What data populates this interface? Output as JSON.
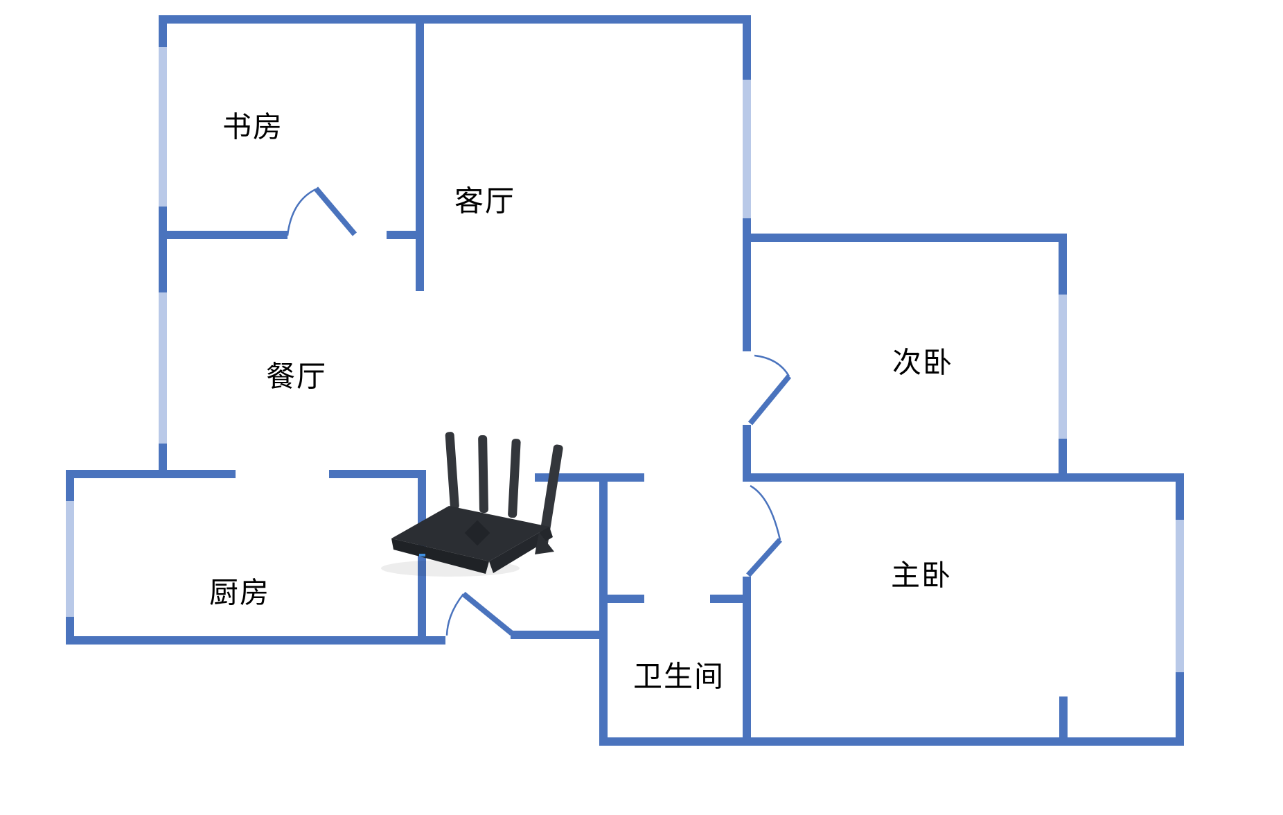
{
  "title": "apartment-floor-plan",
  "rooms": {
    "study": {
      "label": "书房"
    },
    "living_room": {
      "label": "客厅"
    },
    "dining_room": {
      "label": "餐厅"
    },
    "second_bedroom": {
      "label": "次卧"
    },
    "kitchen": {
      "label": "厨房"
    },
    "master_bedroom": {
      "label": "主卧"
    },
    "bathroom": {
      "label": "卫生间"
    }
  },
  "colors": {
    "wall": "#4a73bd",
    "window": "#b9c9e8",
    "router_body": "#2b2e33",
    "router_dark": "#1f2226",
    "router_antenna": "#33363b",
    "led": "#3f8fe0",
    "background": "#ffffff"
  },
  "icons": {
    "router": "wifi-router",
    "antenna_count": 4
  }
}
